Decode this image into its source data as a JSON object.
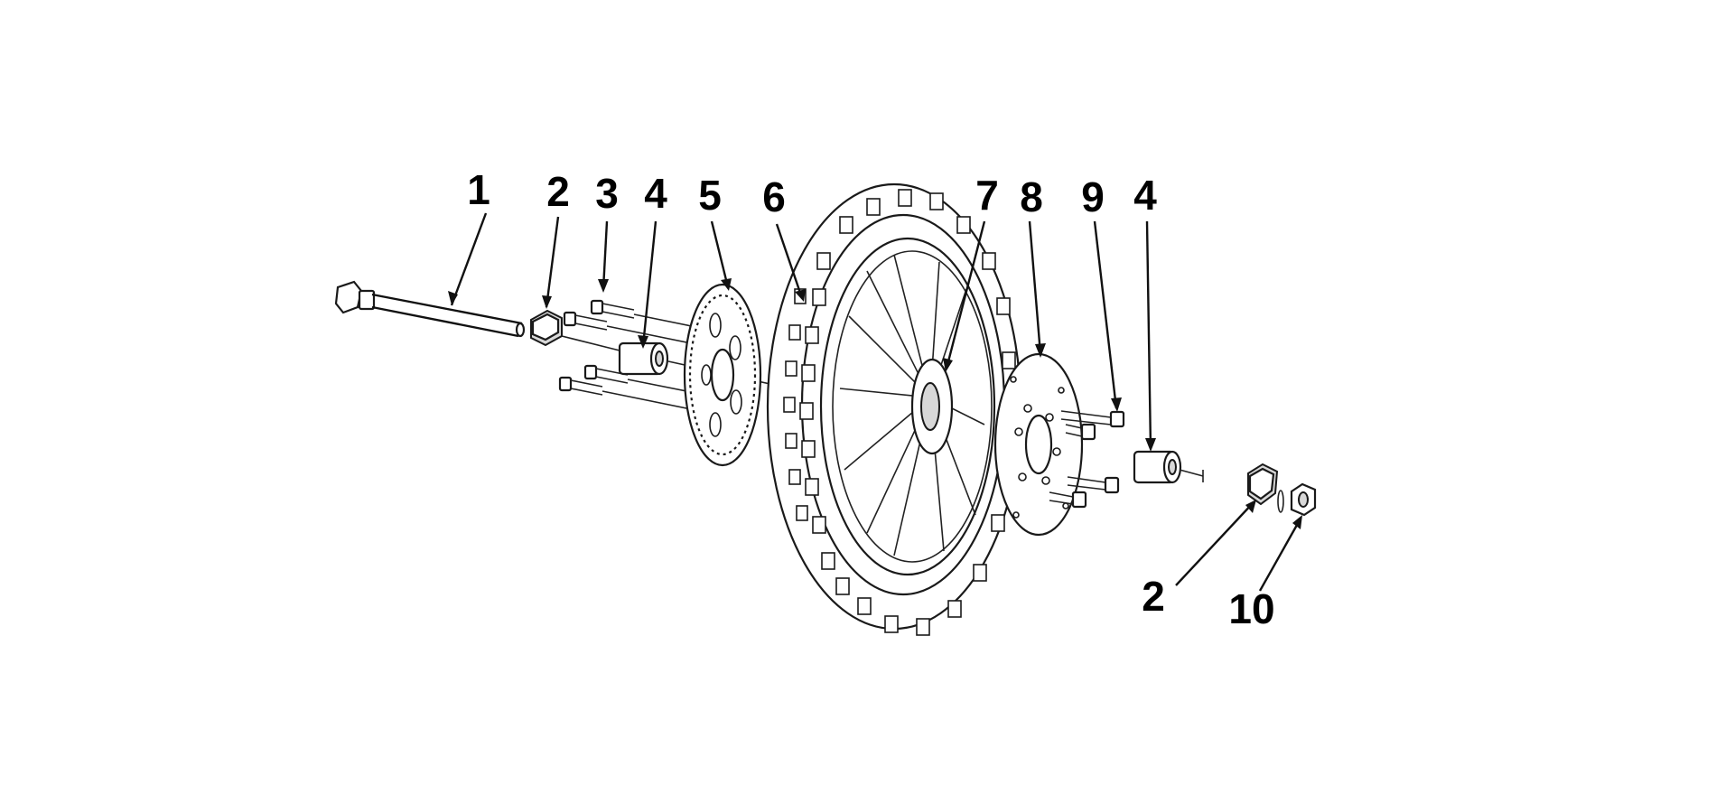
{
  "diagram": {
    "callouts": [
      {
        "id": "c1",
        "label": "1"
      },
      {
        "id": "c2a",
        "label": "2"
      },
      {
        "id": "c3",
        "label": "3"
      },
      {
        "id": "c4a",
        "label": "4"
      },
      {
        "id": "c5",
        "label": "5"
      },
      {
        "id": "c6",
        "label": "6"
      },
      {
        "id": "c7",
        "label": "7"
      },
      {
        "id": "c8",
        "label": "8"
      },
      {
        "id": "c9",
        "label": "9"
      },
      {
        "id": "c4b",
        "label": "4"
      },
      {
        "id": "c2b",
        "label": "2"
      },
      {
        "id": "c10",
        "label": "10"
      }
    ],
    "colors": {
      "background": "#ffffff",
      "ink": "#000000"
    }
  }
}
